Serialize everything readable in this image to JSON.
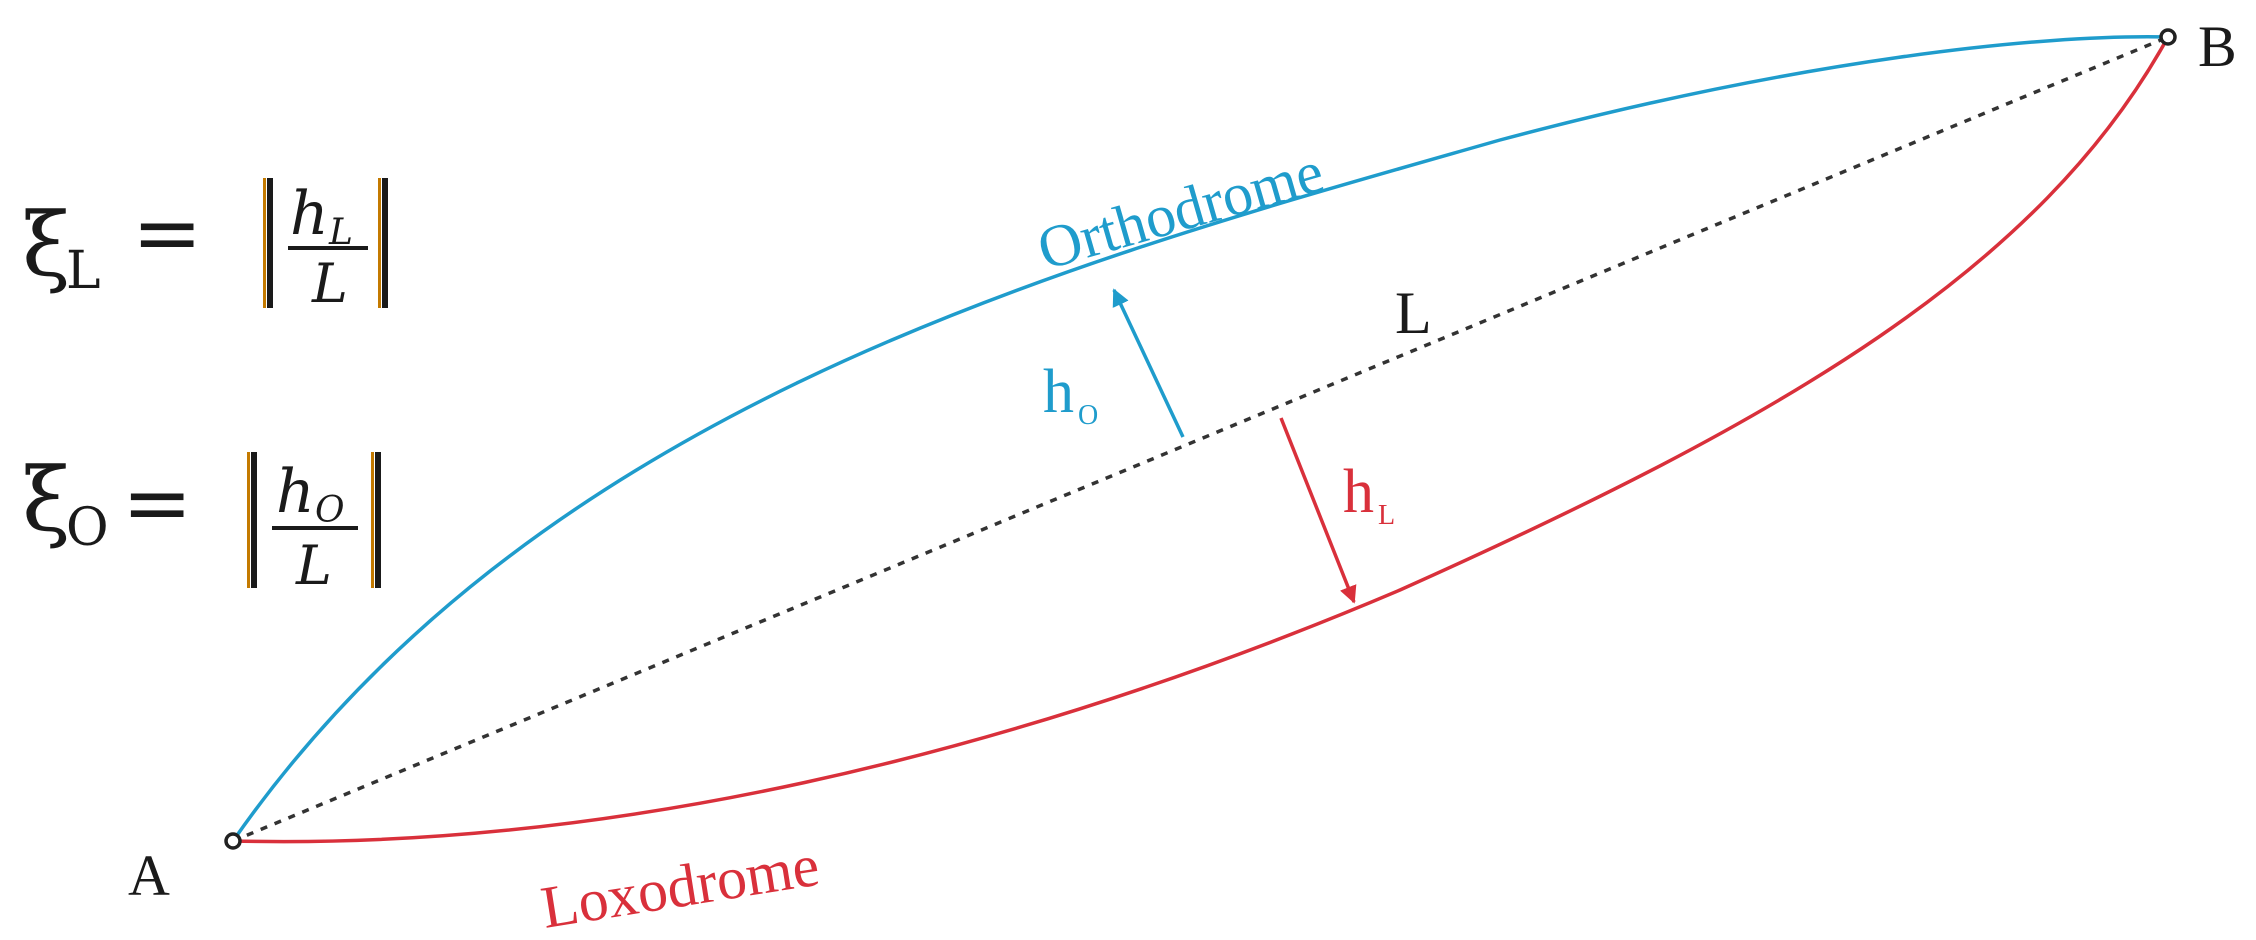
{
  "points": {
    "a": {
      "label": "A"
    },
    "b": {
      "label": "B"
    }
  },
  "curves": {
    "orthodrome": {
      "label": "Orthodrome",
      "color": "#1f9ccc"
    },
    "loxodrome": {
      "label": "Loxodrome",
      "color": "#d9303b"
    }
  },
  "chord": {
    "label": "L",
    "color": "#333333"
  },
  "heights": {
    "orthodrome": {
      "symbol": "h",
      "subscript": "O"
    },
    "loxodrome": {
      "symbol": "h",
      "subscript": "L"
    }
  },
  "formulas": {
    "xi_l": {
      "symbol": "ξ",
      "subscript": "L",
      "equals": "=",
      "numerator_symbol": "h",
      "numerator_subscript": "L",
      "denominator": "L"
    },
    "xi_o": {
      "symbol": "ξ",
      "subscript": "O",
      "equals": "=",
      "numerator_symbol": "h",
      "numerator_subscript": "O",
      "denominator": "L"
    }
  },
  "colors": {
    "text": "#1a1a1a",
    "bars": "#c47a00"
  }
}
